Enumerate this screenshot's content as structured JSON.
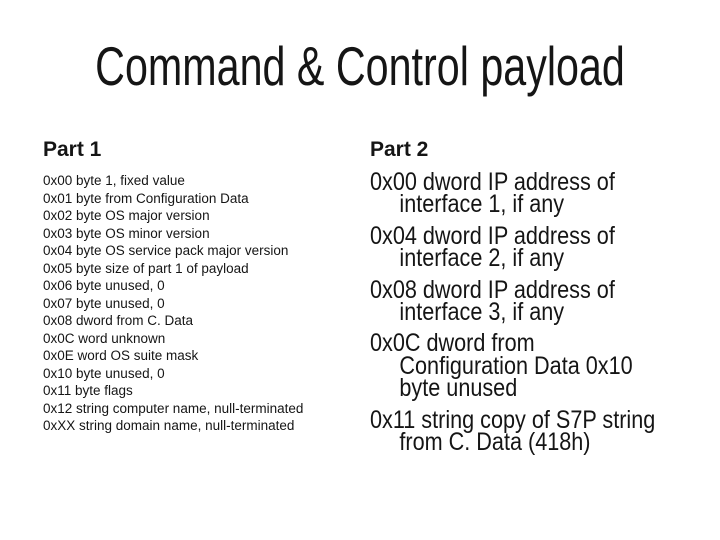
{
  "colors": {
    "background": "#ffffff",
    "text": "#151515"
  },
  "slide": {
    "title": "Command & Control payload",
    "part1": {
      "heading": "Part 1",
      "lines": [
        "0x00 byte 1, fixed value",
        "0x01 byte from Configuration Data",
        "0x02 byte OS major version",
        "0x03 byte OS minor version",
        "0x04 byte OS service pack major version",
        "0x05 byte size of part 1 of payload",
        "0x06 byte unused, 0",
        "0x07 byte unused, 0",
        "0x08 dword from C. Data",
        "0x0C word unknown",
        "0x0E word OS suite mask",
        "0x10 byte unused, 0",
        "0x11 byte flags",
        "0x12 string computer name, null-terminated",
        "0xXX string domain name, null-terminated"
      ]
    },
    "part2": {
      "heading": "Part 2",
      "items": [
        {
          "lines": [
            "0x00 dword IP address of",
            "interface 1, if any"
          ]
        },
        {
          "lines": [
            "0x04 dword IP address of",
            "interface 2, if any"
          ]
        },
        {
          "lines": [
            "0x08 dword IP address of",
            "interface 3, if any"
          ]
        },
        {
          "lines": [
            "0x0C dword from",
            "Configuration Data 0x10",
            "byte unused"
          ]
        },
        {
          "lines": [
            "0x11 string copy of S7P string",
            "from C. Data (418h)"
          ]
        }
      ]
    }
  }
}
